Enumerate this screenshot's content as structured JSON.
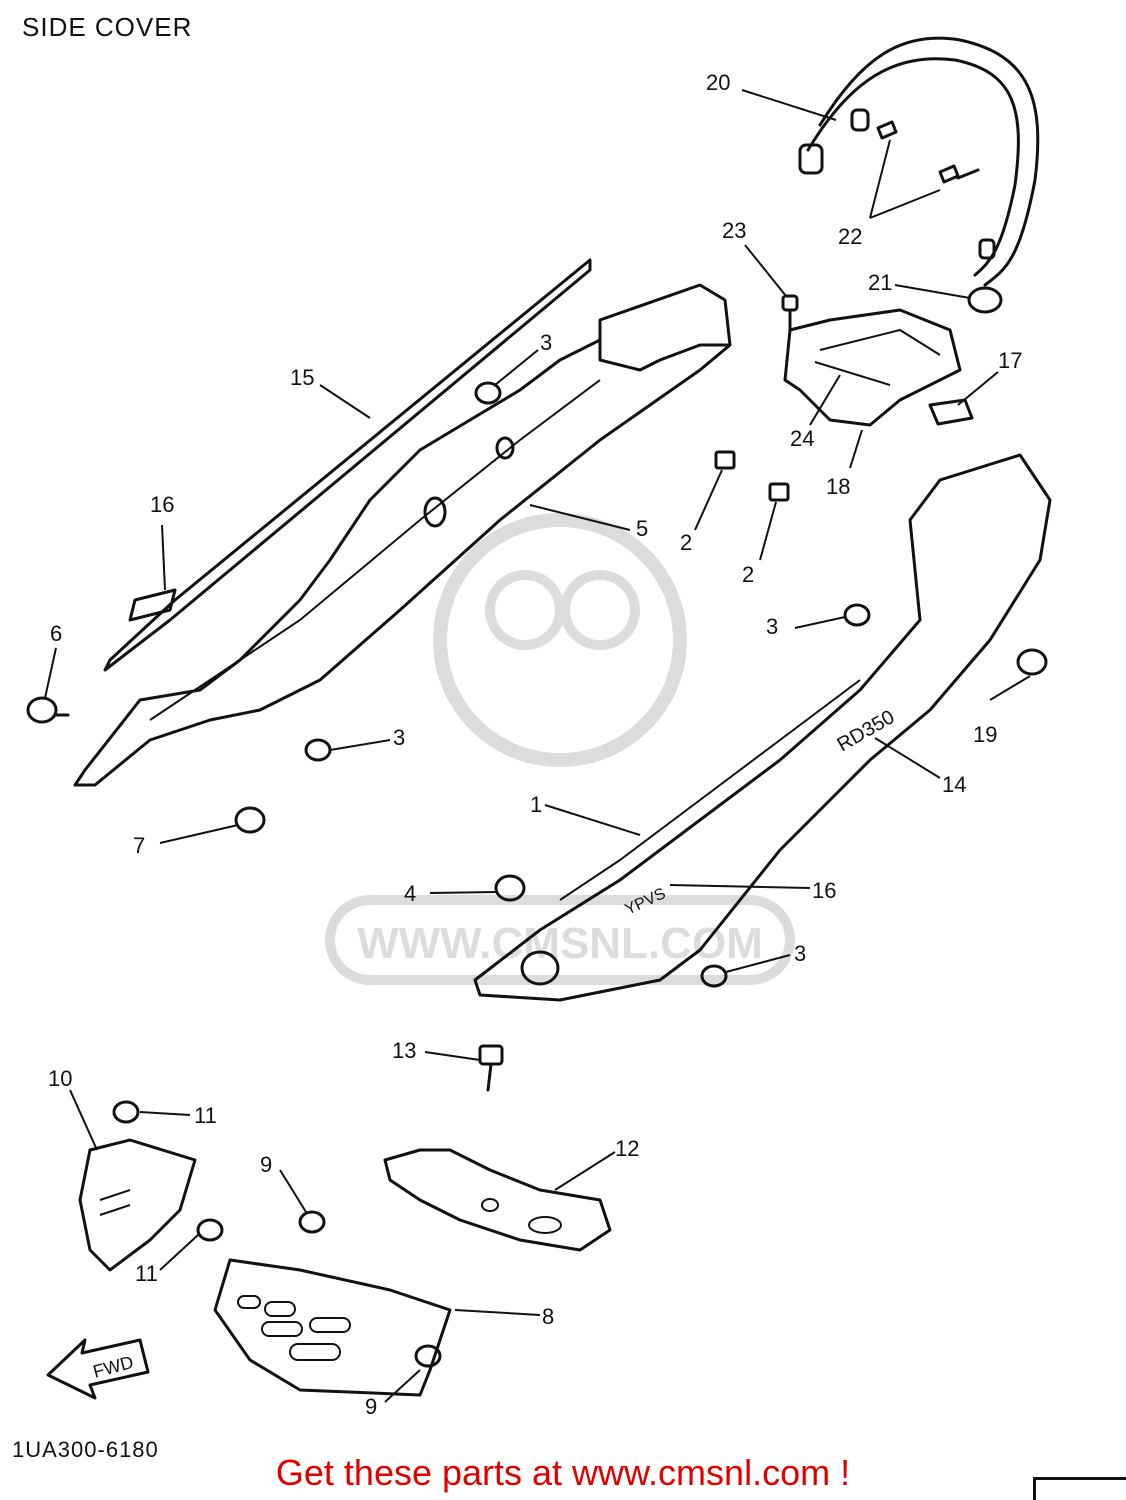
{
  "title": "SIDE COVER",
  "drawing_code": "1UA300-6180",
  "footer": {
    "text_prefix": "Get these parts at ",
    "link": "www.cmsnl.com",
    "text_suffix": " !",
    "color": "#e00000"
  },
  "stamps": {
    "cover_model": "RD350",
    "emblem": "YPVS",
    "arrow": "FWD",
    "watermark_url": "WWW.CMSNL.COM"
  },
  "callouts": [
    "20",
    "22",
    "23",
    "21",
    "17",
    "3",
    "15",
    "16",
    "2",
    "5",
    "24",
    "18",
    "2",
    "6",
    "3",
    "3",
    "19",
    "7",
    "14",
    "1",
    "4",
    "16",
    "3",
    "13",
    "10",
    "11",
    "12",
    "9",
    "11",
    "8",
    "9"
  ]
}
